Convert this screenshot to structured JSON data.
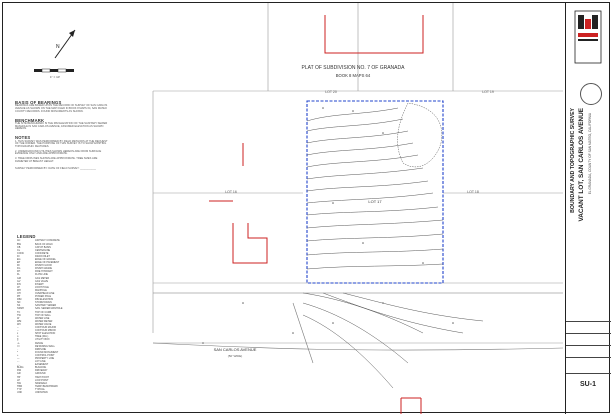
{
  "plat": {
    "title_line1": "PLAT OF SUBDIVISION NO. 7 OF GRANADA",
    "title_line2": "BOOK 8 MAPS 64"
  },
  "lots": {
    "subject": "LOT 17",
    "lot_16": "LOT 16",
    "lot_18": "LOT 18",
    "lot_19": "LOT 19",
    "lot_20": "LOT 20"
  },
  "street": {
    "name": "SAN CARLOS AVENUE",
    "row": "(50' WIDE)"
  },
  "bearings": {
    "heading": "BASIS OF BEARINGS",
    "text": "BEARINGS ARE BASED UPON THE RECORD OF SURVEY OF SAN CARLOS AVENUE AS SHOWN ON THE MAP FILED IN BOOK 8 MAPS 64, SAN MATEO COUNTY RECORDS. FOUND MONUMENTS AS SHOWN."
  },
  "benchmark": {
    "heading": "BENCHMARK",
    "text": "THE SITE BENCHMARK IS THE RIM ELEVATION OF THE SANITARY SEWER MANHOLE IN SAN CARLOS AVENUE, ASSUMED ELEVATION AS SHOWN HEREON."
  },
  "notes": {
    "heading": "NOTES",
    "items": [
      "1. THIS SURVEY WAS PERFORMED BY FIELD METHODS AT THE REQUEST OF THE OWNER. THE PURPOSE OF THIS SURVEY IS TO SHOW EXISTING TOPOGRAPHIC FEATURES.",
      "2. UNDERGROUND UTILITIES SHOWN HEREON ARE FROM SURFACE EVIDENCE ONLY AND ARE APPROXIMATE.",
      "3. TREE DRIPLINES SHOWN ARE APPROXIMATE. TREE SIZES ARE DIAMETER AT BREAST HEIGHT.",
      "SURVEY PERFORMED BY: DATE OF FIELD SURVEY: ___________"
    ]
  },
  "legend": {
    "heading": "LEGEND",
    "items": [
      {
        "sym": "AC",
        "desc": "ASPHALT CONCRETE"
      },
      {
        "sym": "BW",
        "desc": "BACK OF WALK"
      },
      {
        "sym": "CB",
        "desc": "CATCH BASIN"
      },
      {
        "sym": "CL",
        "desc": "CENTERLINE"
      },
      {
        "sym": "CONC",
        "desc": "CONCRETE"
      },
      {
        "sym": "DI",
        "desc": "DRAIN INLET"
      },
      {
        "sym": "EG",
        "desc": "EDGE OF GRAVEL"
      },
      {
        "sym": "EP",
        "desc": "EDGE OF PAVEMENT"
      },
      {
        "sym": "FF",
        "desc": "FINISH FLOOR"
      },
      {
        "sym": "FG",
        "desc": "FINISH GRADE"
      },
      {
        "sym": "FH",
        "desc": "FIRE HYDRANT"
      },
      {
        "sym": "FL",
        "desc": "FLOW LINE"
      },
      {
        "sym": "GM",
        "desc": "GAS METER"
      },
      {
        "sym": "GV",
        "desc": "GAS VALVE"
      },
      {
        "sym": "INV",
        "desc": "INVERT"
      },
      {
        "sym": "JP",
        "desc": "JOINT POLE"
      },
      {
        "sym": "MH",
        "desc": "MANHOLE"
      },
      {
        "sym": "OH",
        "desc": "OVERHEAD LINE"
      },
      {
        "sym": "PP",
        "desc": "POWER POLE"
      },
      {
        "sym": "RIM",
        "desc": "RIM ELEVATION"
      },
      {
        "sym": "SD",
        "desc": "STORM DRAIN"
      },
      {
        "sym": "SS",
        "desc": "SANITARY SEWER"
      },
      {
        "sym": "SSMH",
        "desc": "SAN. SEWER MANHOLE"
      },
      {
        "sym": "TC",
        "desc": "TOP OF CURB"
      },
      {
        "sym": "TW",
        "desc": "TOP OF WALL"
      },
      {
        "sym": "W",
        "desc": "WATER LINE"
      },
      {
        "sym": "WM",
        "desc": "WATER METER"
      },
      {
        "sym": "WV",
        "desc": "WATER VALVE"
      },
      {
        "sym": "--",
        "desc": "CONTOUR MAJOR"
      },
      {
        "sym": "--",
        "desc": "CONTOUR MINOR"
      },
      {
        "sym": "x",
        "desc": "SPOT ELEVATION"
      },
      {
        "sym": "o",
        "desc": "TREE (DIA.)"
      },
      {
        "sym": "[]",
        "desc": "UTILITY BOX"
      },
      {
        "sym": "-x-",
        "desc": "FENCE"
      },
      {
        "sym": "==",
        "desc": "RETAINING WALL"
      },
      {
        "sym": "..",
        "desc": "DRIPLINE"
      },
      {
        "sym": "*",
        "desc": "FOUND MONUMENT"
      },
      {
        "sym": "+",
        "desc": "CONTROL POINT"
      },
      {
        "sym": "---",
        "desc": "PROPERTY LINE"
      },
      {
        "sym": "- -",
        "desc": "LOT LINE"
      },
      {
        "sym": "_._",
        "desc": "EASEMENT"
      },
      {
        "sym": "BLDG",
        "desc": "BUILDING"
      },
      {
        "sym": "DW",
        "desc": "DRIVEWAY"
      },
      {
        "sym": "GR",
        "desc": "GROUND"
      },
      {
        "sym": "HP",
        "desc": "HIGH POINT"
      },
      {
        "sym": "LP",
        "desc": "LOW POINT"
      },
      {
        "sym": "SW",
        "desc": "SIDEWALK"
      },
      {
        "sym": "TBM",
        "desc": "TEMP. BENCHMARK"
      },
      {
        "sym": "TYP",
        "desc": "TYPICAL"
      },
      {
        "sym": "UNK",
        "desc": "UNKNOWN"
      }
    ]
  },
  "title_block": {
    "survey_type": "BOUNDARY AND TOPOGRAPHIC SURVEY",
    "project": "VACANT LOT, SAN CARLOS AVENUE",
    "location": "EL GRANADA, COUNTY OF SAN MATEO, CALIFORNIA",
    "sheet": "SU-1"
  },
  "scale": {
    "label": "1\" = 10'"
  },
  "colors": {
    "property_line": "#2244cc",
    "existing_building": "#cc2222",
    "contour": "#333333"
  },
  "icons": {
    "north_arrow": "north-arrow-icon",
    "logo": "firm-logo-icon",
    "stamp": "professional-stamp-icon"
  }
}
